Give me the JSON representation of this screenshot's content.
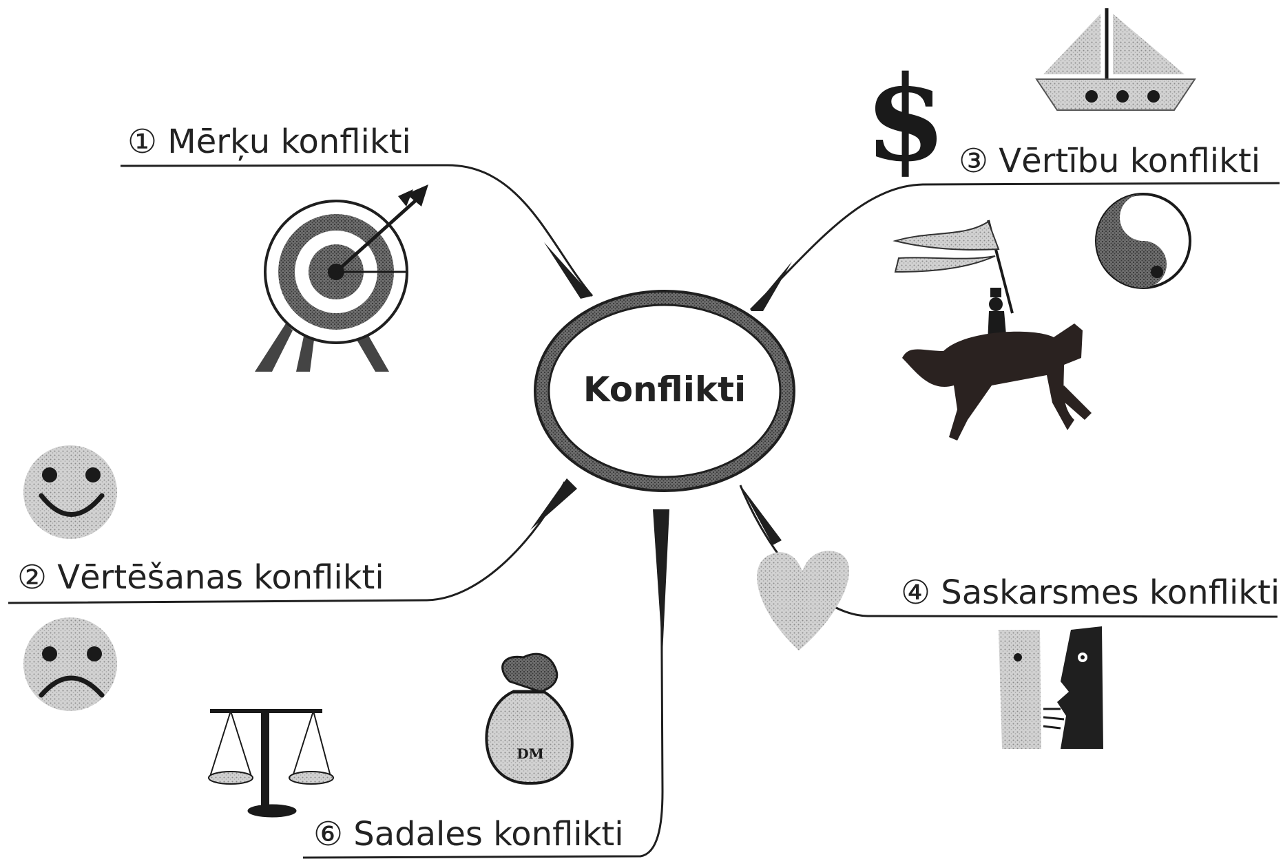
{
  "center": {
    "title": "Konflikti"
  },
  "branches": [
    {
      "label": "① Mērķu konflikti"
    },
    {
      "label": "② Vērtēšanas konflikti"
    },
    {
      "label": "③ Vērtību konflikti"
    },
    {
      "label": "④ Saskarsmes konflikti"
    },
    {
      "label": "⑥ Sadales konflikti"
    }
  ],
  "icons": {
    "dollar": "$",
    "money_bag": "DM"
  },
  "colors": {
    "ink": "#1f1f1f",
    "grey": "#bdbdbd",
    "paper": "#ffffff"
  }
}
